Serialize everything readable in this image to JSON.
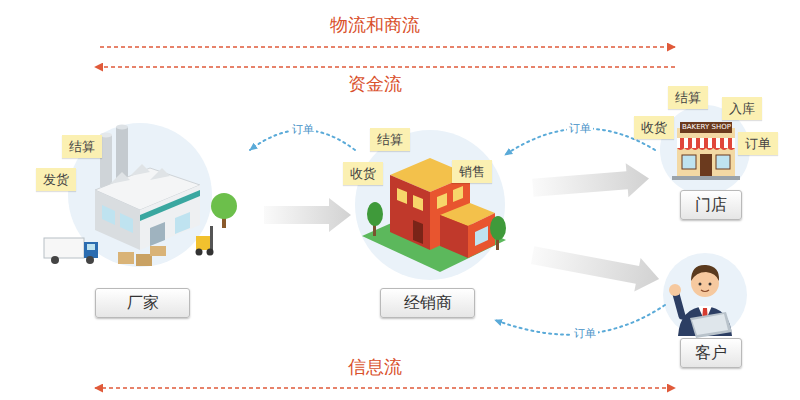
{
  "diagram": {
    "nodes": [
      {
        "text": [
          "厂家"
        ]
      },
      {
        "text": [
          "结算"
        ]
      },
      {
        "text": [
          "发货"
        ]
      },
      {
        "text": [
          "经销商"
        ]
      },
      {
        "text": [
          "结算"
        ]
      },
      {
        "text": [
          "收货"
        ]
      },
      {
        "text": [
          "销售"
        ]
      },
      {
        "text": [
          "门店"
        ]
      },
      {
        "text": [
          "结算"
        ]
      },
      {
        "text": [
          "入库"
        ]
      },
      {
        "text": [
          "收货"
        ]
      },
      {
        "text": [
          "订单"
        ]
      },
      {
        "text": [
          "客户"
        ]
      }
    ],
    "edges": [
      {
        "from": 3,
        "to": 0,
        "label": "订单",
        "arrow": "to"
      },
      {
        "from": 7,
        "to": 3,
        "label": "订单",
        "arrow": "to"
      },
      {
        "from": 12,
        "to": 3,
        "label": "订单",
        "arrow": "to"
      },
      {
        "from": 0,
        "to": 3,
        "arrow": "to"
      },
      {
        "from": 3,
        "to": 7,
        "arrow": "to"
      },
      {
        "from": 3,
        "to": 12,
        "arrow": "to"
      }
    ],
    "labels": [
      "物流和商流",
      "资金流",
      "信息流",
      "BAKERY SHOP"
    ]
  }
}
